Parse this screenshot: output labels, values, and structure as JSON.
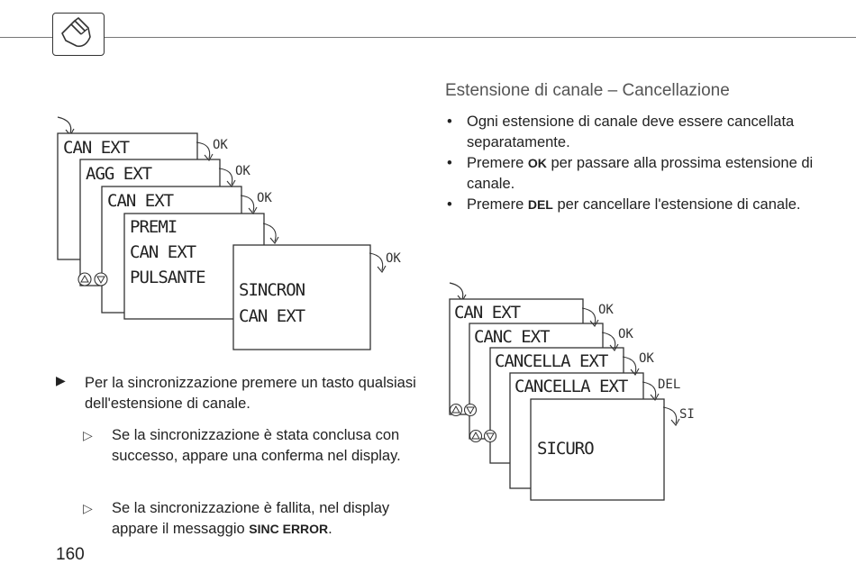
{
  "section_title": "Estensione di canale – Cancellazione",
  "bullets": [
    {
      "pre": "Ogni estensione di canale deve essere cancellata separatamente.",
      "key": "",
      "post": ""
    },
    {
      "pre": "Premere ",
      "key": "OK",
      "post": " per passare alla prossima estensione di canale."
    },
    {
      "pre": "Premere ",
      "key": "DEL",
      "post": " per cancellare l'estensione di canale."
    }
  ],
  "step": {
    "arrow": "▶",
    "text": "Per la sincronizzazione premere un tasto qualsiasi dell'estensione di canale."
  },
  "results": [
    {
      "marker": "▷",
      "pre": "Se la sincronizzazione è stata conclusa con successo, appare una conferma nel display.",
      "key": "",
      "post": ""
    },
    {
      "marker": "▷",
      "pre": "Se la sincronizzazione è fallita, nel display appare il messaggio ",
      "key": "SINC ERROR",
      "post": "."
    }
  ],
  "page_number": "160",
  "diagram_left": {
    "screens": [
      "CAN EXT",
      "AGG EXT",
      "CAN EXT"
    ],
    "screen4_lines": [
      "PREMI",
      "CAN EXT",
      "PULSANTE"
    ],
    "screen5_lines": [
      "SINCRON",
      "CAN EXT"
    ],
    "ok_labels": [
      "OK",
      "OK",
      "OK",
      "OK"
    ],
    "icon": "up-down-buttons-icon"
  },
  "diagram_right": {
    "screens": [
      "CAN EXT",
      "CANC EXT",
      "CANCELLA EXT",
      "CANCELLA EXT"
    ],
    "screen5_lines": [
      "SICURO"
    ],
    "key_labels": [
      "OK",
      "OK",
      "OK",
      "DEL",
      "SI"
    ],
    "icon": "up-down-buttons-icon"
  },
  "header_icon": "hand-pointer-icon"
}
